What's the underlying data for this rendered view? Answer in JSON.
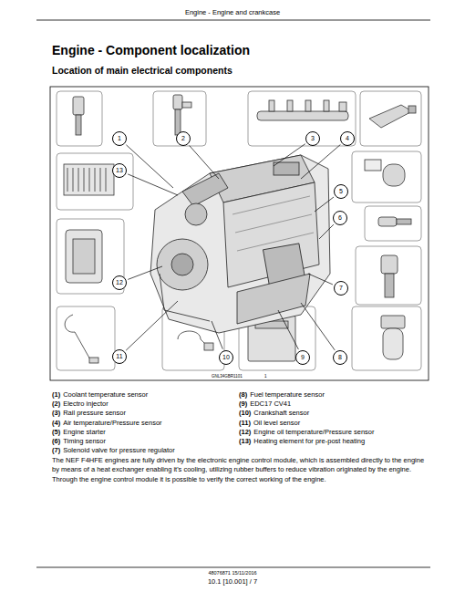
{
  "diagram": {
    "title": "Engine - Component localization",
    "labels": [
      "Engine - Engine and crankcase",
      "Location of main electrical components",
      "1",
      "2",
      "3",
      "4",
      "5",
      "6",
      "7",
      "8",
      "9",
      "10",
      "11",
      "12",
      "13",
      "GNL34GBR1101",
      "1",
      "(1)",
      "Coolant temperature sensor",
      "(2)",
      "Electro injector",
      "(3)",
      "Rail pressure sensor",
      "(4)",
      "Air temperature/Pressure sensor",
      "(5)",
      "Engine starter",
      "(6)",
      "Timing sensor",
      "(7)",
      "Solenoid valve for pressure regulator",
      "(8)",
      "Fuel temperature sensor",
      "(9)",
      "EDC17 CV41",
      "(10)",
      "Crankshaft sensor",
      "(11)",
      "Oil level sensor",
      "(12)",
      "Engine oil temperature/Pressure sensor",
      "(13)",
      "Heating element for pre-post heating",
      "The NEF F4HFE engines are fully driven by the electronic engine control module, which is assembled directly to the engine by means of a heat exchanger enabling it's cooling, utilizing rubber buffers to reduce vibration originated by the engine.",
      "Through the engine control module it is possible to verify the correct working of the engine.",
      "48076871 15/11/2016",
      "10.1 [10.001] / 7"
    ]
  }
}
